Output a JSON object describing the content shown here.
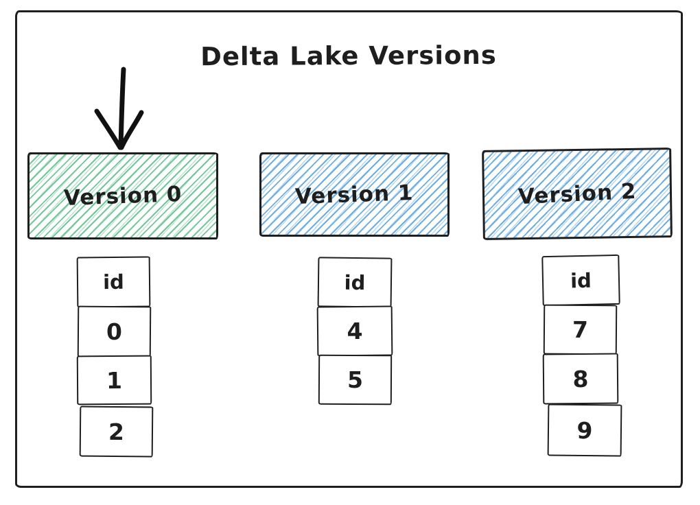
{
  "title": "Delta Lake Versions",
  "header_label": "id",
  "versions": [
    {
      "label": "Version 0",
      "fill_color": "#6bc492",
      "rows": [
        "0",
        "1",
        "2"
      ]
    },
    {
      "label": "Version 1",
      "fill_color": "#66a9de",
      "rows": [
        "4",
        "5"
      ]
    },
    {
      "label": "Version 2",
      "fill_color": "#66a9de",
      "rows": [
        "7",
        "8",
        "9"
      ]
    }
  ],
  "icons": {
    "arrow": "down-arrow"
  },
  "colors": {
    "stroke": "#1e1e1e",
    "green_hatch": "#6bc492",
    "blue_hatch": "#66a9de",
    "gray_hatch": "#bebebe",
    "background": "#ffffff"
  }
}
